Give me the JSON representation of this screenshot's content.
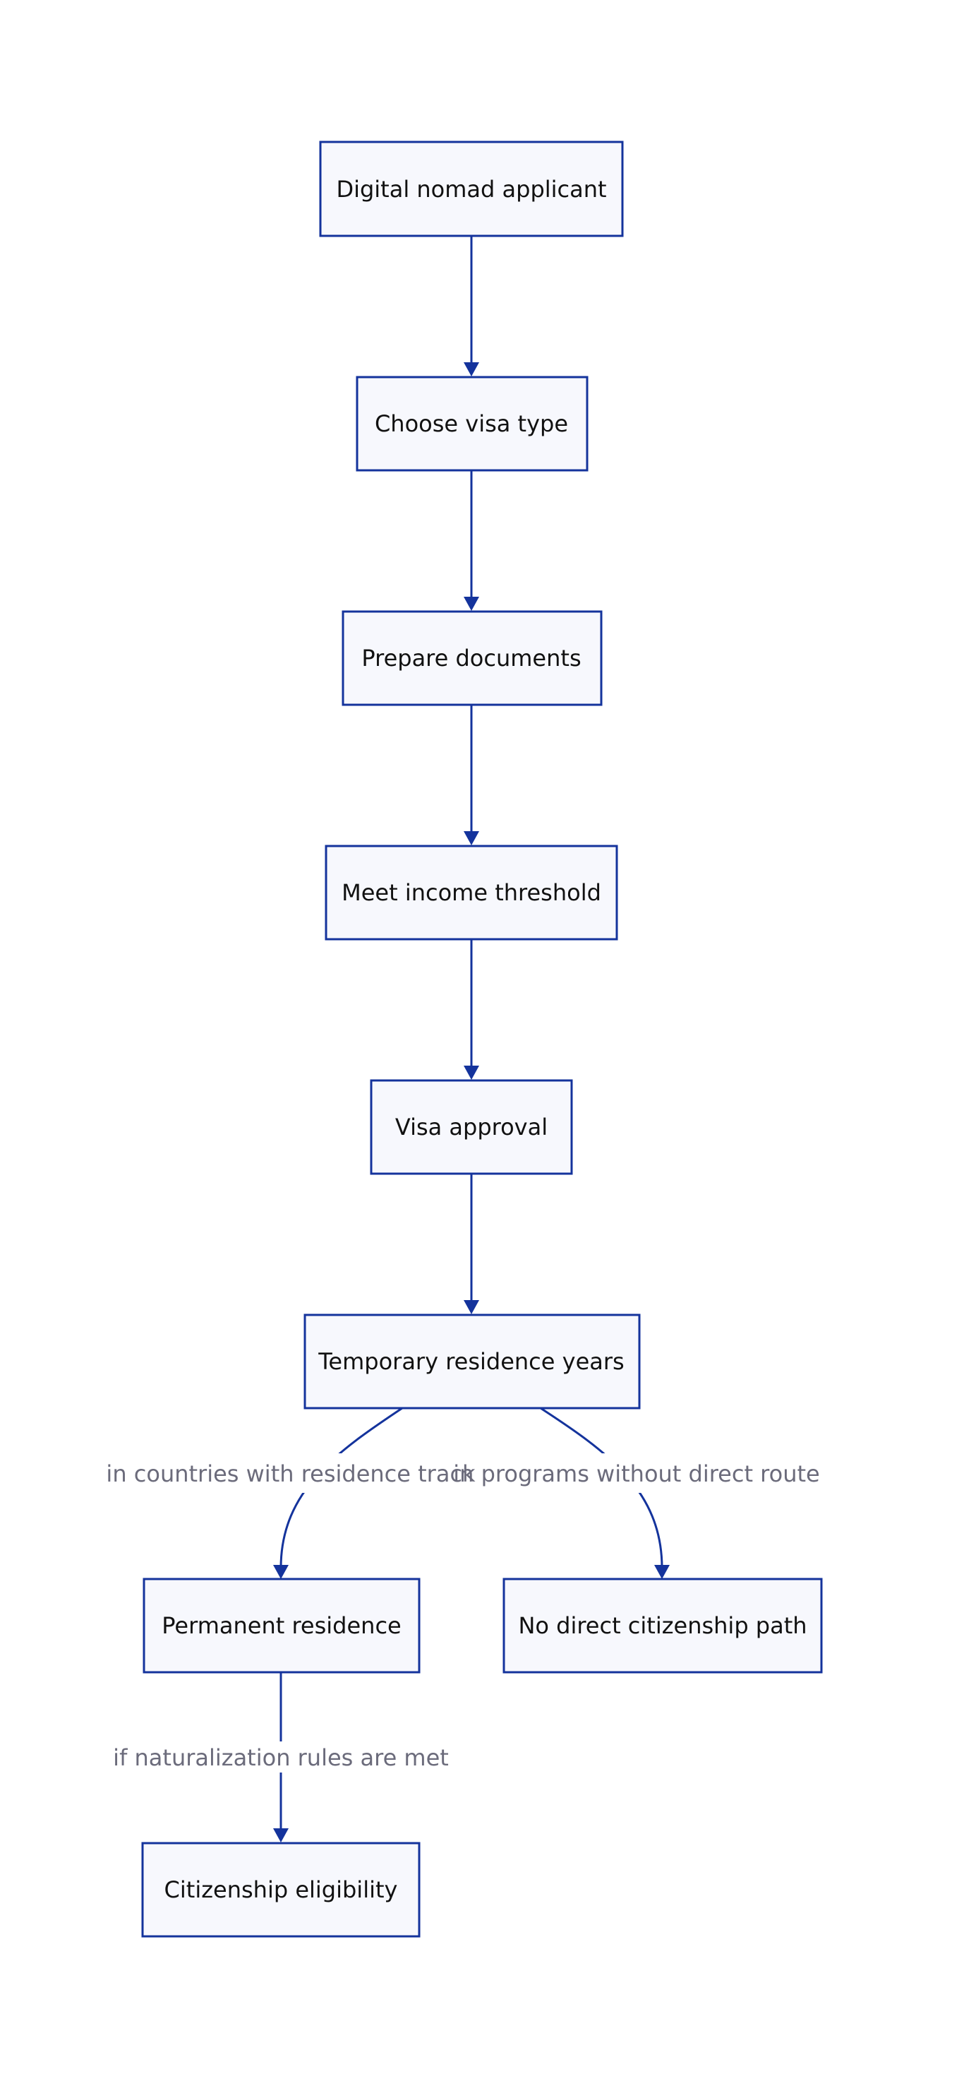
{
  "diagram": {
    "colors": {
      "node_fill": "#f7f8fd",
      "node_stroke": "#14339c",
      "edge": "#14339c",
      "edge_label": "#6b6b7b",
      "text": "#111111"
    },
    "nodes": {
      "applicant": "Digital nomad applicant",
      "visa_type": "Choose visa type",
      "documents": "Prepare documents",
      "income": "Meet income threshold",
      "approval": "Visa approval",
      "temp_residence": "Temporary residence years",
      "permanent_residence": "Permanent residence",
      "no_path": "No direct citizenship path",
      "citizenship": "Citizenship eligibility"
    },
    "edge_labels": {
      "residence_track": "in countries with residence track",
      "no_direct_route": "in programs without direct route",
      "naturalization": "if naturalization rules are met"
    }
  }
}
